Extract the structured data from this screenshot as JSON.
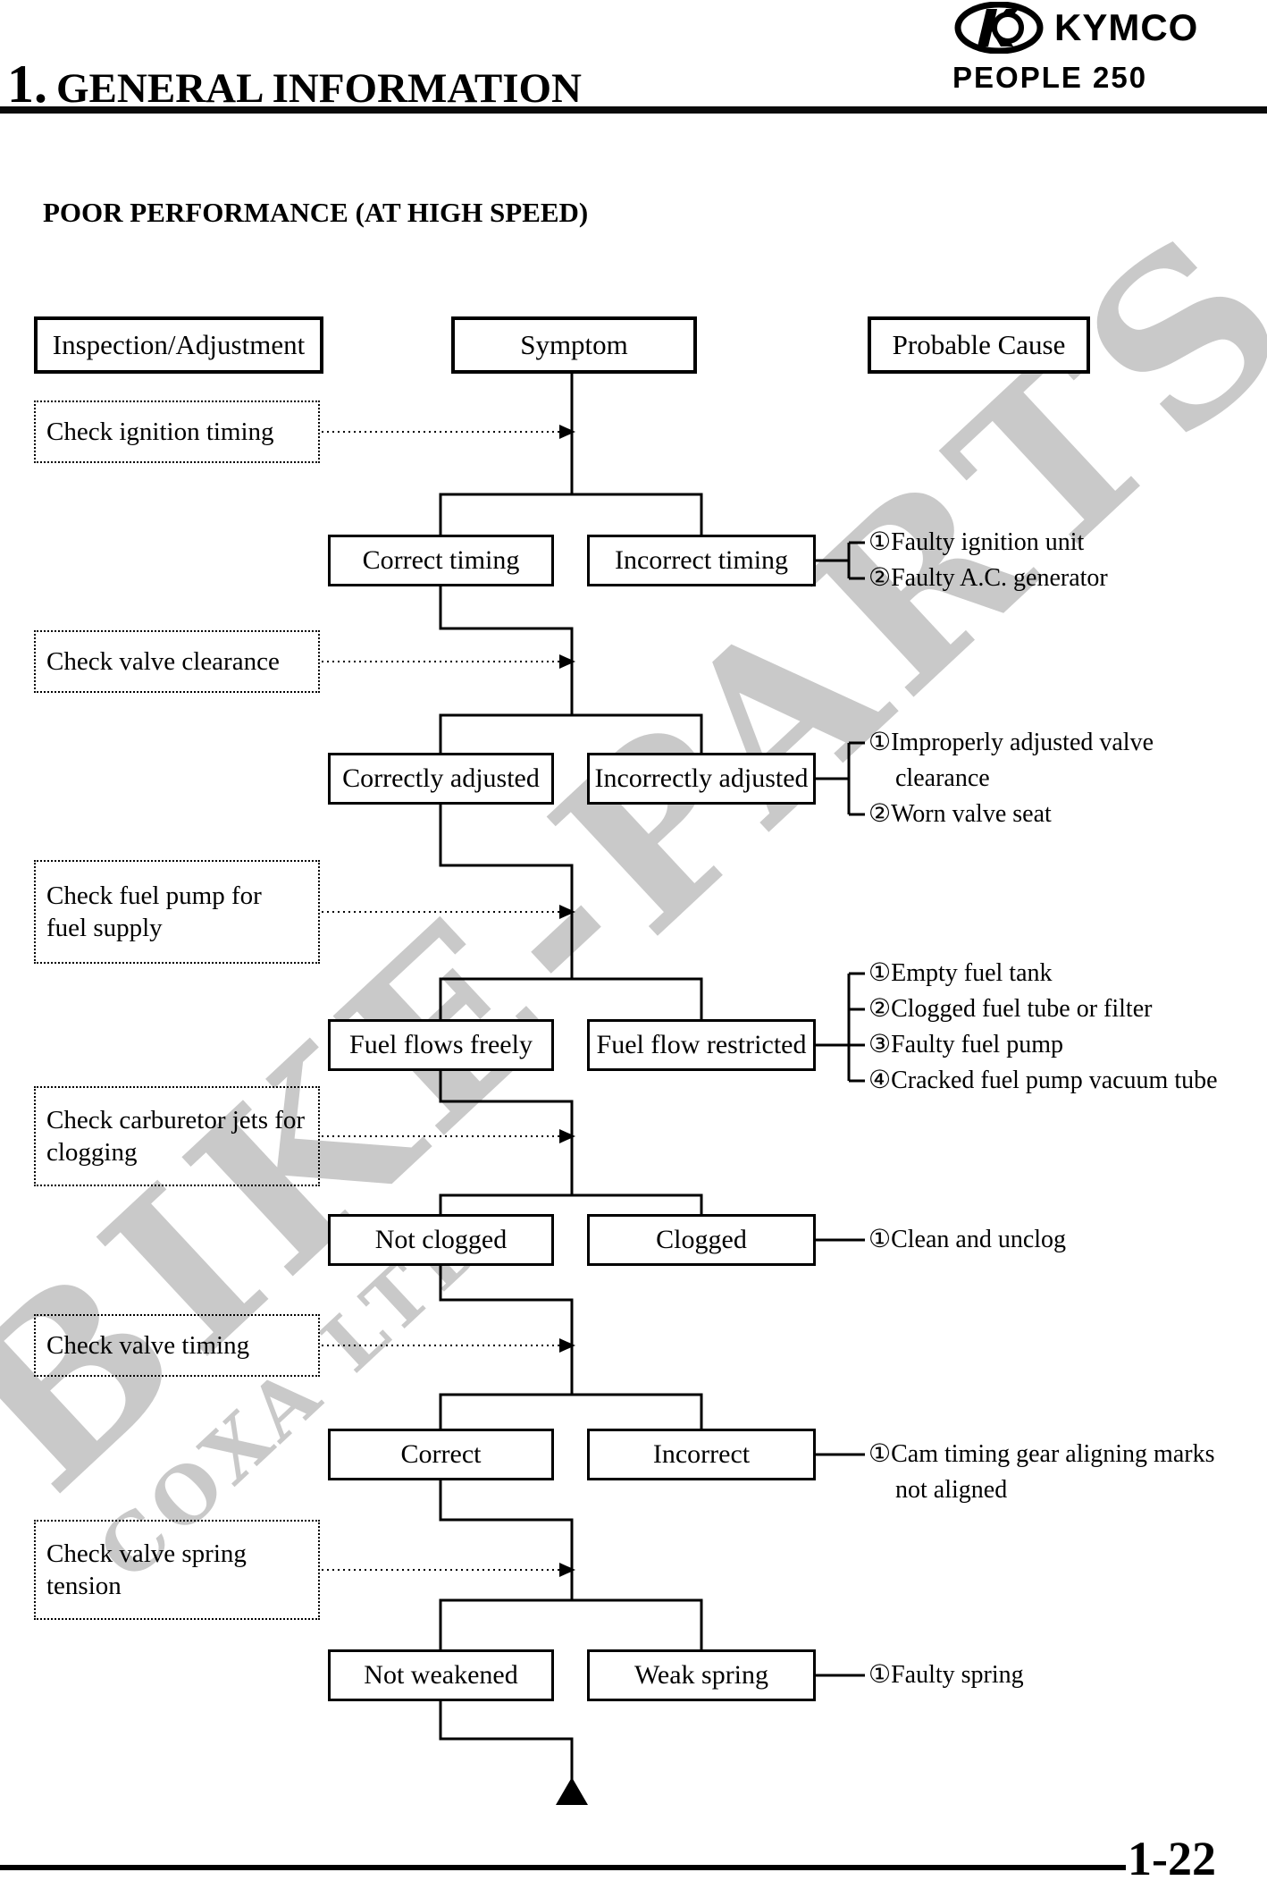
{
  "header": {
    "chapter_number": "1.",
    "chapter_title": "GENERAL INFORMATION",
    "brand": "KYMCO",
    "model": "PEOPLE 250"
  },
  "title": "POOR PERFORMANCE (AT HIGH SPEED)",
  "columns": [
    "Inspection/Adjustment",
    "Symptom",
    "Probable Cause"
  ],
  "sections": [
    {
      "inspection": "Check ignition timing",
      "ok": "Correct timing",
      "fault": "Incorrect timing",
      "causes": [
        "①Faulty ignition unit",
        "②Faulty A.C. generator"
      ]
    },
    {
      "inspection": "Check valve clearance",
      "ok": "Correctly adjusted",
      "fault": "Incorrectly adjusted",
      "causes": [
        "①Improperly adjusted valve clearance",
        "②Worn valve seat"
      ]
    },
    {
      "inspection": "Check fuel pump for fuel supply",
      "ok": "Fuel flows freely",
      "fault": "Fuel flow restricted",
      "causes": [
        "①Empty fuel tank",
        "②Clogged fuel tube or filter",
        "③Faulty fuel pump",
        "④Cracked fuel pump vacuum tube"
      ]
    },
    {
      "inspection": "Check carburetor jets for clogging",
      "ok": "Not clogged",
      "fault": "Clogged",
      "causes": [
        "①Clean and unclog"
      ]
    },
    {
      "inspection": "Check valve timing",
      "ok": "Correct",
      "fault": "Incorrect",
      "causes": [
        "①Cam timing gear aligning marks not aligned"
      ]
    },
    {
      "inspection": "Check valve spring tension",
      "ok": "Not weakened",
      "fault": "Weak spring",
      "causes": [
        "①Faulty spring"
      ]
    }
  ],
  "watermark": {
    "line1": "BIKE-PARTS",
    "line2": "COXA LTD"
  },
  "page_number": "1-22",
  "colors": {
    "ink": "#000000",
    "watermark": "#c9c9c9"
  }
}
